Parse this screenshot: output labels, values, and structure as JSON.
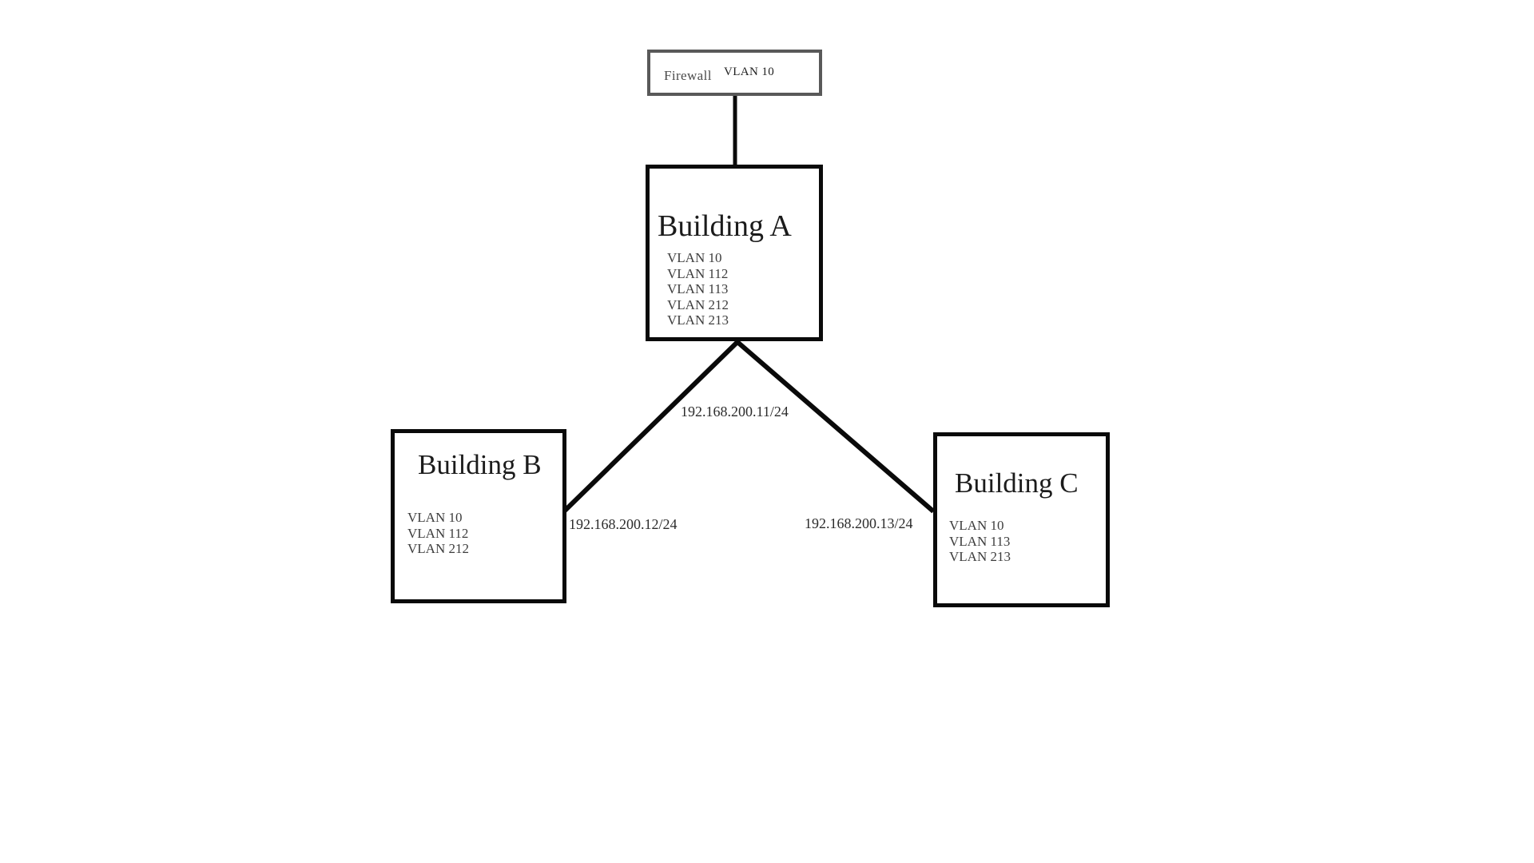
{
  "colors": {
    "background": "#ffffff",
    "building_border": "#0a0a0a",
    "firewall_border": "#595959",
    "connector_line": "#0a0a0a"
  },
  "firewall": {
    "label": "Firewall",
    "vlan": "VLAN 10"
  },
  "building_a": {
    "title": "Building A",
    "vlans": [
      "VLAN 10",
      "VLAN 112",
      "VLAN 113",
      "VLAN 212",
      "VLAN 213"
    ]
  },
  "building_b": {
    "title": "Building B",
    "vlans": [
      "VLAN 10",
      "VLAN 112",
      "VLAN 212"
    ]
  },
  "building_c": {
    "title": "Building C",
    "vlans": [
      "VLAN 10",
      "VLAN 113",
      "VLAN 213"
    ]
  },
  "ip_labels": {
    "a": "192.168.200.11/24",
    "b": "192.168.200.12/24",
    "c": "192.168.200.13/24"
  }
}
